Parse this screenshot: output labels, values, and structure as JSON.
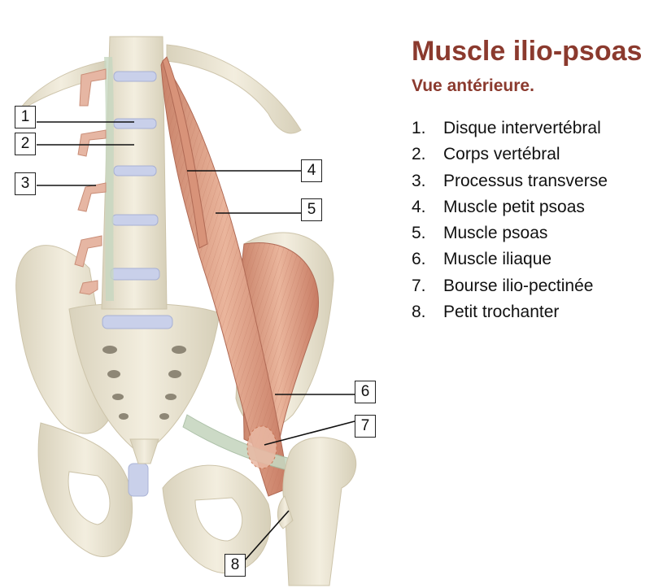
{
  "title": "Muscle ilio-psoas",
  "subtitle": "Vue antérieure.",
  "legend": [
    {
      "num": "1.",
      "label": "Disque intervertébral"
    },
    {
      "num": "2.",
      "label": "Corps vertébral"
    },
    {
      "num": "3.",
      "label": "Processus transverse"
    },
    {
      "num": "4.",
      "label": "Muscle petit psoas"
    },
    {
      "num": "5.",
      "label": "Muscle psoas"
    },
    {
      "num": "6.",
      "label": "Muscle iliaque"
    },
    {
      "num": "7.",
      "label": "Bourse ilio-pectinée"
    },
    {
      "num": "8.",
      "label": "Petit trochanter"
    }
  ],
  "callouts": [
    "1",
    "2",
    "3",
    "4",
    "5",
    "6",
    "7",
    "8"
  ],
  "colors": {
    "title": "#8b3a2e",
    "bone": "#ece6d3",
    "disc": "#c9d0ea",
    "muscle": "#e0a488",
    "ligament": "#c7d7c0"
  }
}
